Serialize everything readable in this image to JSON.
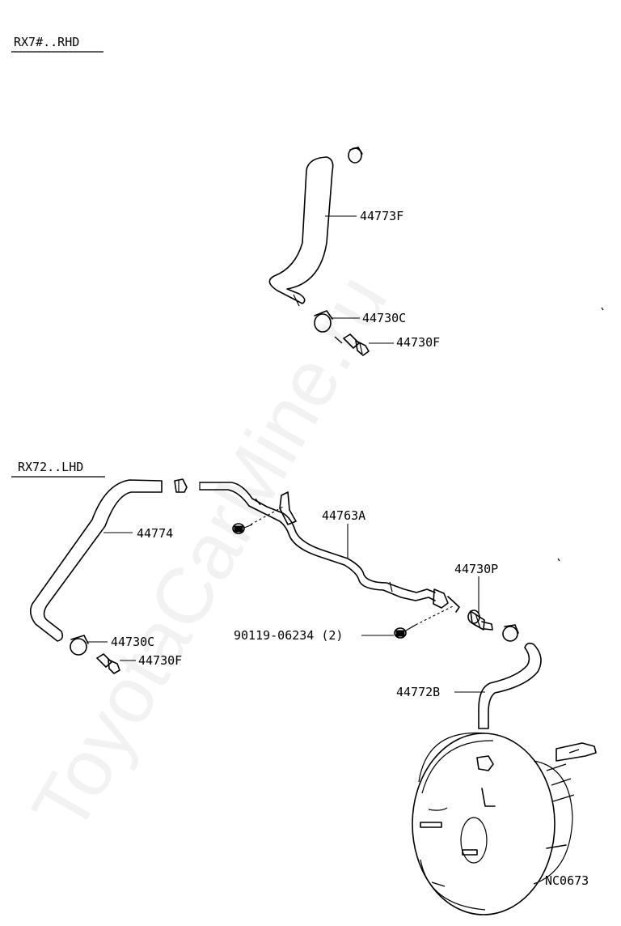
{
  "watermark": "ToyotaCarMine.ru",
  "sections": [
    {
      "title": "RX7#..RHD"
    },
    {
      "title": "RX72..LHD"
    }
  ],
  "labels": {
    "hose_44773F": "44773F",
    "clamp_44730C_top": "44730C",
    "union_44730F_top": "44730F",
    "hose_44774": "44774",
    "pipe_44763A": "44763A",
    "clamp_44730C_bottom": "44730C",
    "union_44730F_bottom": "44730F",
    "bolt_90119": "90119-06234 (2)",
    "check_valve_44730P": "44730P",
    "hose_44772B": "44772B"
  },
  "diagram_code": "NC0673"
}
